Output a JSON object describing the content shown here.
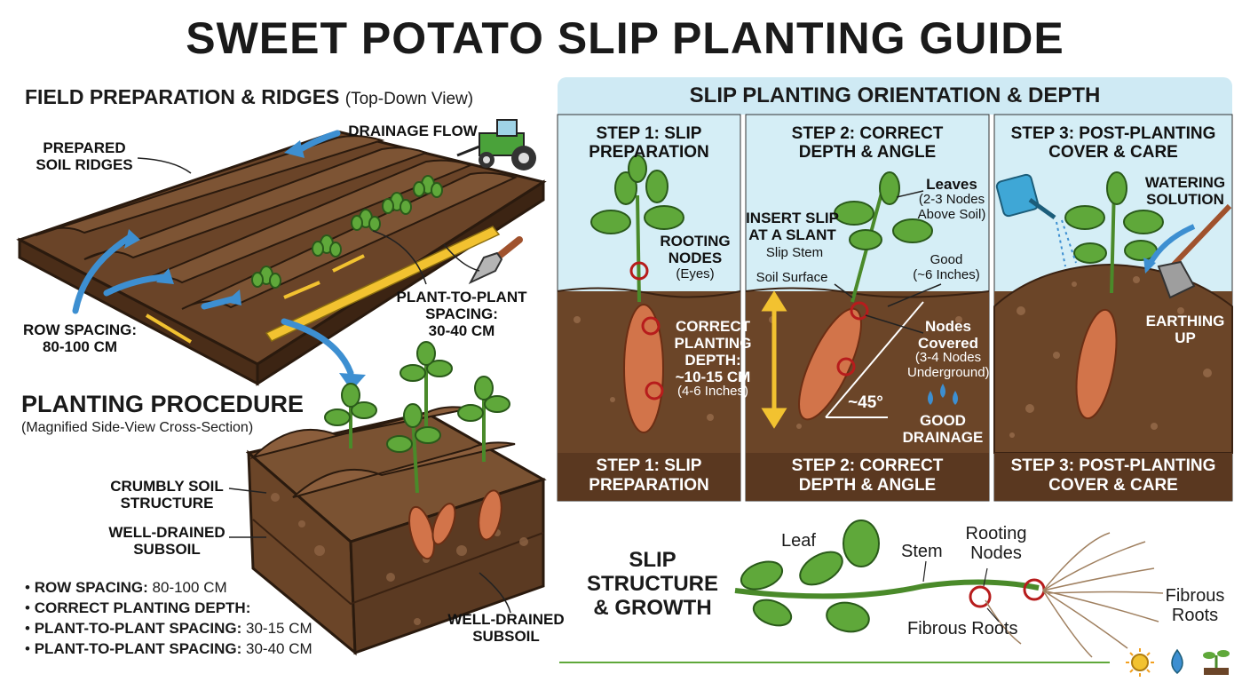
{
  "title": "SWEET POTATO SLIP PLANTING GUIDE",
  "field": {
    "title": "FIELD PREPARATION & RIDGES",
    "view": "(Top-Down View)",
    "labels": {
      "ridges": "PREPARED\nSOIL RIDGES",
      "drainage": "DRAINAGE FLOW",
      "row_spacing": "ROW SPACING:\n80-100 CM",
      "plant_spacing": "PLANT-TO-PLANT\nSPACING:\n30-40 CM"
    }
  },
  "procedure": {
    "title": "PLANTING PROCEDURE",
    "subtitle": "(Magnified Side-View Cross-Section)",
    "labels": {
      "crumbly": "CRUMBLY SOIL\nSTRUCTURE",
      "subsoil_left": "WELL-DRAINED\nSUBSOIL",
      "subsoil_right": "WELL-DRAINED\nSUBSOIL"
    },
    "bullets": [
      {
        "bold": "ROW SPACING:",
        "text": " 80-100 CM"
      },
      {
        "bold": "CORRECT PLANTING DEPTH:",
        "text": ""
      },
      {
        "bold": "PLANT-TO-PLANT SPACING:",
        "text": " 30-15 CM"
      },
      {
        "bold": "PLANT-TO-PLANT SPACING:",
        "text": " 30-40 CM"
      }
    ]
  },
  "orientation": {
    "title": "SLIP PLANTING ORIENTATION & DEPTH",
    "steps": [
      {
        "title": "STEP 1: SLIP\nPREPARATION",
        "footer": "STEP 1: SLIP\nPREPARATION",
        "labels": {
          "nodes": "ROOTING\nNODES",
          "eyes": "(Eyes)",
          "depth": "CORRECT\nPLANTING\nDEPTH:\n~10-15 CM",
          "inches": "(4-6 Inches)"
        }
      },
      {
        "title": "STEP 2: CORRECT\nDEPTH & ANGLE",
        "footer": "STEP 2: CORRECT\nDEPTH & ANGLE",
        "labels": {
          "insert": "INSERT SLIP\nAT A SLANT",
          "stem": "Slip Stem",
          "surface": "Soil Surface",
          "leaves": "Leaves",
          "leaves_note": "(2-3 Nodes\nAbove Soil)",
          "good": "Good\n(~6 Inches)",
          "covered": "Nodes\nCovered",
          "covered_note": "(3-4 Nodes\nUnderground)",
          "angle": "~45°",
          "drainage": "GOOD\nDRAINAGE"
        }
      },
      {
        "title": "STEP 3: POST-PLANTING\nCOVER & CARE",
        "footer": "STEP 3: POST-PLANTING\nCOVER & CARE",
        "labels": {
          "watering": "WATERING\nSOLUTION",
          "earthing": "EARTHING\nUP"
        }
      }
    ]
  },
  "structure": {
    "title": "SLIP\nSTRUCTURE\n& GROWTH",
    "labels": {
      "leaf": "Leaf",
      "stem": "Stem",
      "rooting_nodes": "Rooting\nNodes",
      "fibrous_roots": "Fibrous Roots",
      "fibrous_roots_right": "Fibrous\nRoots"
    }
  },
  "colors": {
    "soil_dark": "#5b3a22",
    "soil_mid": "#7a5232",
    "leaf": "#5fa83a",
    "sky": "#cfeaf4",
    "potato": "#d2744a",
    "arrow_blue": "#3d8fd1",
    "arrow_yellow": "#f2c230"
  },
  "footer_icons": [
    "sun-icon",
    "water-drop-icon",
    "seedling-icon"
  ]
}
